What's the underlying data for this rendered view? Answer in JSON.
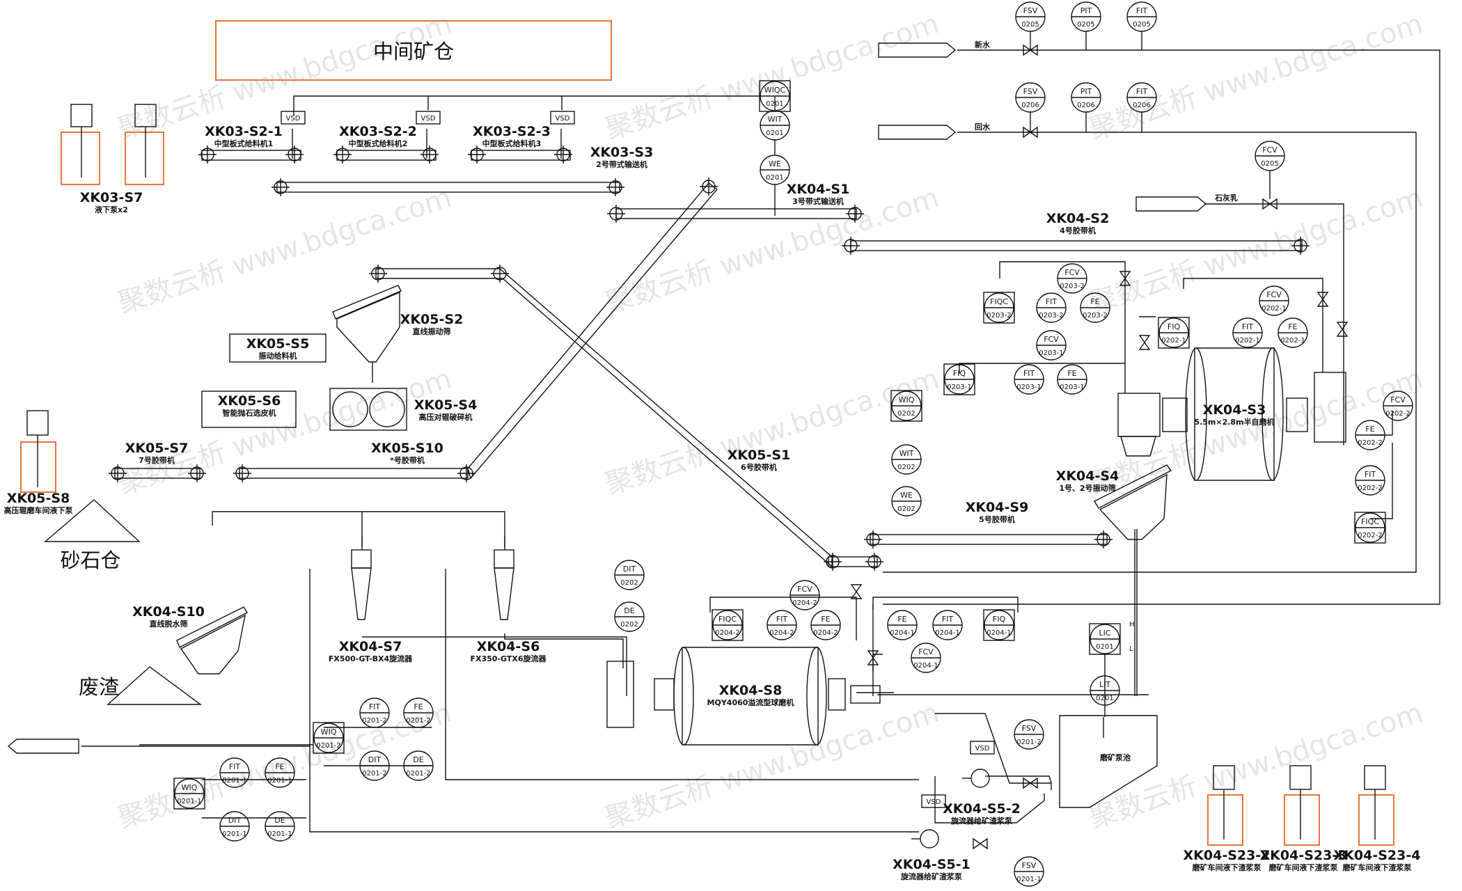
{
  "header": {
    "title": "中间矿仓",
    "accent_color": "#e8743b"
  },
  "watermark": "聚数云析 www.bdgca.com",
  "labels": {
    "sand_bin": "砂石仓",
    "waste": "废渣",
    "fresh_water": "新水",
    "return_water": "回水",
    "lime_milk": "石灰乳",
    "pump_sump": "磨矿泵池"
  },
  "equipment": [
    {
      "id": "xk03-s2-1",
      "code": "XK03-S2-1",
      "desc": "中型板式给料机1"
    },
    {
      "id": "xk03-s2-2",
      "code": "XK03-S2-2",
      "desc": "中型板式给料机2"
    },
    {
      "id": "xk03-s2-3",
      "code": "XK03-S2-3",
      "desc": "中型板式给料机3"
    },
    {
      "id": "xk03-s3",
      "code": "XK03-S3",
      "desc": "2号带式输送机"
    },
    {
      "id": "xk03-s7",
      "code": "XK03-S7",
      "desc": "液下泵x2"
    },
    {
      "id": "xk04-s1",
      "code": "XK04-S1",
      "desc": "3号带式输送机"
    },
    {
      "id": "xk04-s2",
      "code": "XK04-S2",
      "desc": "4号胶带机"
    },
    {
      "id": "xk05-s2",
      "code": "XK05-S2",
      "desc": "直线振动筛"
    },
    {
      "id": "xk05-s5",
      "code": "XK05-S5",
      "desc": "振动给料机"
    },
    {
      "id": "xk05-s6",
      "code": "XK05-S6",
      "desc": "智能抛石选皮机"
    },
    {
      "id": "xk05-s4",
      "code": "XK05-S4",
      "desc": "高压对辊破碎机"
    },
    {
      "id": "xk05-s10",
      "code": "XK05-S10",
      "desc": "*号胶带机"
    },
    {
      "id": "xk05-s7",
      "code": "XK05-S7",
      "desc": "7号胶带机"
    },
    {
      "id": "xk05-s8",
      "code": "XK05-S8",
      "desc": "高压辊磨车间液下泵"
    },
    {
      "id": "xk05-s1",
      "code": "XK05-S1",
      "desc": "6号胶带机"
    },
    {
      "id": "xk04-s3",
      "code": "XK04-S3",
      "desc": "5.5m×2.8m半自磨机"
    },
    {
      "id": "xk04-s4",
      "code": "XK04-S4",
      "desc": "1号、2号振动筛"
    },
    {
      "id": "xk04-s9",
      "code": "XK04-S9",
      "desc": "5号胶带机"
    },
    {
      "id": "xk04-s10",
      "code": "XK04-S10",
      "desc": "直线脱水筛"
    },
    {
      "id": "xk04-s7",
      "code": "XK04-S7",
      "desc": "FX500-GT-BX4旋流器"
    },
    {
      "id": "xk04-s6",
      "code": "XK04-S6",
      "desc": "FX350-GTX6旋流器"
    },
    {
      "id": "xk04-s8",
      "code": "XK04-S8",
      "desc": "MQY4060溢流型球磨机"
    },
    {
      "id": "xk04-s5-2",
      "code": "XK04-S5-2",
      "desc": "旋流器给矿渣浆泵"
    },
    {
      "id": "xk04-s5-1",
      "code": "XK04-S5-1",
      "desc": "旋流器给矿渣浆泵"
    },
    {
      "id": "xk04-s23-2",
      "code": "XK04-S23-2",
      "desc": "磨矿车间液下渣浆泵"
    },
    {
      "id": "xk04-s23-3",
      "code": "XK04-S23-3",
      "desc": "磨矿车间液下渣浆泵"
    },
    {
      "id": "xk04-s23-4",
      "code": "XK04-S23-4",
      "desc": "磨矿车间液下渣浆泵"
    }
  ],
  "instruments": [
    {
      "id": "fsv-0205",
      "type": "FSV",
      "code": "0205"
    },
    {
      "id": "pit-0205",
      "type": "PIT",
      "code": "0205"
    },
    {
      "id": "fit-0205",
      "type": "FIT",
      "code": "0205"
    },
    {
      "id": "fsv-0206",
      "type": "FSV",
      "code": "0206"
    },
    {
      "id": "pit-0206",
      "type": "PIT",
      "code": "0206"
    },
    {
      "id": "fit-0206",
      "type": "FIT",
      "code": "0206"
    },
    {
      "id": "wiqc-0201",
      "type": "WIQC",
      "code": "0201"
    },
    {
      "id": "wit-0201",
      "type": "WIT",
      "code": "0201"
    },
    {
      "id": "we-0201",
      "type": "WE",
      "code": "0201"
    },
    {
      "id": "fcv-0205",
      "type": "FCV",
      "code": "0205"
    },
    {
      "id": "fcv-0203-2",
      "type": "FCV",
      "code": "0203-2"
    },
    {
      "id": "fiqc-0203-2",
      "type": "FIQC",
      "code": "0203-2"
    },
    {
      "id": "fit-0203-2",
      "type": "FIT",
      "code": "0203-2"
    },
    {
      "id": "fe-0203-2",
      "type": "FE",
      "code": "0203-2"
    },
    {
      "id": "fcv-0202-1",
      "type": "FCV",
      "code": "0202-1"
    },
    {
      "id": "fcv-0203-1",
      "type": "FCV",
      "code": "0203-1"
    },
    {
      "id": "fiq-0202-1",
      "type": "FIQ",
      "code": "0202-1"
    },
    {
      "id": "fit-0202-1",
      "type": "FIT",
      "code": "0202-1"
    },
    {
      "id": "fe-0202-1",
      "type": "FE",
      "code": "0202-1"
    },
    {
      "id": "fiq-0203-1",
      "type": "FIQ",
      "code": "0203-1"
    },
    {
      "id": "fit-0203-1",
      "type": "FIT",
      "code": "0203-1"
    },
    {
      "id": "fe-0203-1",
      "type": "FE",
      "code": "0203-1"
    },
    {
      "id": "wiq-0202",
      "type": "WIQ",
      "code": "0202"
    },
    {
      "id": "wit-0202",
      "type": "WIT",
      "code": "0202"
    },
    {
      "id": "we-0202",
      "type": "WE",
      "code": "0202"
    },
    {
      "id": "fcv-0202-2",
      "type": "FCV",
      "code": "0202-2"
    },
    {
      "id": "fe-0202-2",
      "type": "FE",
      "code": "0202-2"
    },
    {
      "id": "fit-0202-2",
      "type": "FIT",
      "code": "0202-2"
    },
    {
      "id": "fiqc-0202-2",
      "type": "FIQC",
      "code": "0202-2"
    },
    {
      "id": "dit-0202",
      "type": "DIT",
      "code": "0202"
    },
    {
      "id": "de-0202",
      "type": "DE",
      "code": "0202"
    },
    {
      "id": "fcv-0204-2",
      "type": "FCV",
      "code": "0204-2"
    },
    {
      "id": "fiqc-0204-2",
      "type": "FIQC",
      "code": "0204-2"
    },
    {
      "id": "fit-0204-2",
      "type": "FIT",
      "code": "0204-2"
    },
    {
      "id": "fe-0204-2",
      "type": "FE",
      "code": "0204-2"
    },
    {
      "id": "fe-0204-1",
      "type": "FE",
      "code": "0204-1"
    },
    {
      "id": "fit-0204-1",
      "type": "FIT",
      "code": "0204-1"
    },
    {
      "id": "fiq-0204-1",
      "type": "FIQ",
      "code": "0204-1"
    },
    {
      "id": "fcv-0204-1",
      "type": "FCV",
      "code": "0204-1"
    },
    {
      "id": "lic-0201",
      "type": "LIC",
      "code": "0201"
    },
    {
      "id": "lit-0201",
      "type": "LIT",
      "code": "0201"
    },
    {
      "id": "fsv-0201-2",
      "type": "FSV",
      "code": "0201-2"
    },
    {
      "id": "fsv-0201-1",
      "type": "FSV",
      "code": "0201-1"
    },
    {
      "id": "fit-0201-2",
      "type": "FIT",
      "code": "0201-2"
    },
    {
      "id": "fe-0201-2",
      "type": "FE",
      "code": "0201-2"
    },
    {
      "id": "wiq-0201-2",
      "type": "WIQ",
      "code": "0201-2"
    },
    {
      "id": "dit-0201-2",
      "type": "DIT",
      "code": "0201-2"
    },
    {
      "id": "de-0201-2",
      "type": "DE",
      "code": "0201-2"
    },
    {
      "id": "fit-0201-1",
      "type": "FIT",
      "code": "0201-1"
    },
    {
      "id": "fe-0201-1",
      "type": "FE",
      "code": "0201-1"
    },
    {
      "id": "wiq-0201-1",
      "type": "WIQ",
      "code": "0201-1"
    },
    {
      "id": "dit-0201-1",
      "type": "DIT",
      "code": "0201-1"
    },
    {
      "id": "de-0201-1",
      "type": "DE",
      "code": "0201-1"
    }
  ],
  "vsd_label": "VSD",
  "level_marks": {
    "high": "H",
    "low": "L"
  }
}
